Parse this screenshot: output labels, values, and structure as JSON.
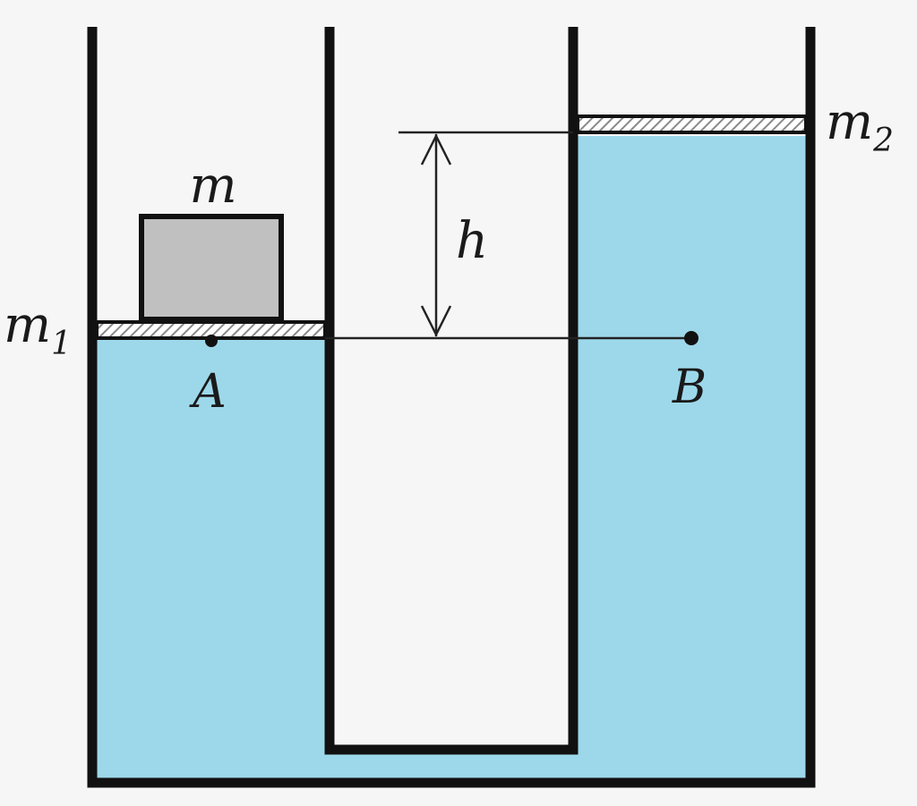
{
  "labels": {
    "mass_block": "m",
    "piston_left": "m",
    "piston_left_sub": "1",
    "piston_right": "m",
    "piston_right_sub": "2",
    "height": "h",
    "point_a": "A",
    "point_b": "B"
  },
  "colors": {
    "background": "#f6f6f6",
    "liquid": "#9dd8ea",
    "wall": "#111111",
    "block": "#c0c0c0",
    "piston_hatch": "#8a8a8a",
    "line": "#222222"
  }
}
